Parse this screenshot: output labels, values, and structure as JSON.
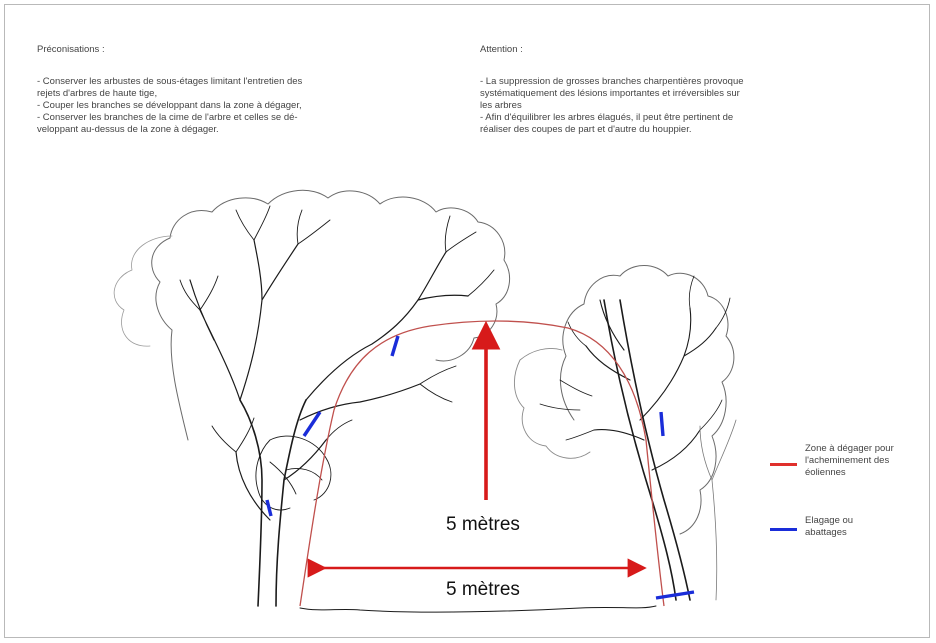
{
  "left_block": {
    "heading": "Préconisations :",
    "lines": [
      "- Conserver les arbustes de sous-étages limitant l'entretien des",
      "rejets d'arbres de haute tige,",
      "- Couper les branches se développant dans la zone à dégager,",
      "- Conserver les branches de la cime de l'arbre et celles se dé-",
      "veloppant au-dessus de la zone à dégager."
    ]
  },
  "right_block": {
    "heading": "Attention :",
    "lines": [
      "- La suppression de grosses branches charpentières provoque",
      "systématiquement des lésions importantes et irréversibles sur",
      "les arbres",
      "- Afin d'équilibrer les arbres élagués, il peut être pertinent de",
      "réaliser des coupes de part et d'autre du houppier."
    ]
  },
  "measurements": {
    "vertical": "5 mètres",
    "horizontal": "5 mètres"
  },
  "legend": {
    "red": {
      "lines": [
        "Zone à dégager pour",
        "l'acheminement des",
        "éoliennes"
      ],
      "color": "#e0302c"
    },
    "blue": {
      "lines": [
        "Elagage ou",
        "abattages"
      ],
      "color": "#1a2dd9"
    }
  },
  "colors": {
    "zone_outline": "#c0504d",
    "arrow": "#d71a1a",
    "cut_mark": "#1a2dd9",
    "tree_ink": "#1b1b1b"
  }
}
